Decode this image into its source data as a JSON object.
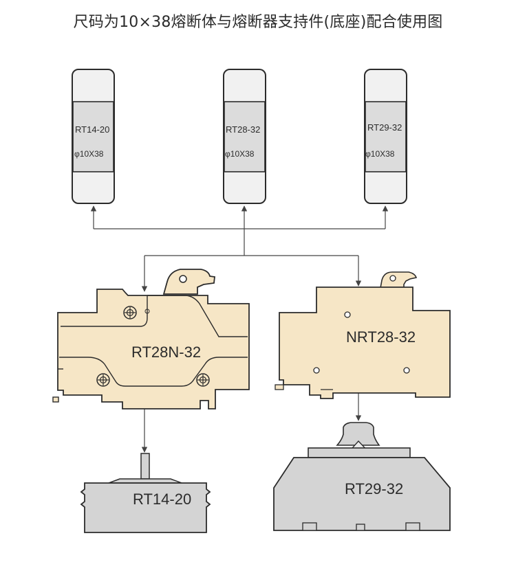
{
  "title": "尺码为10×38熔断体与熔断器支持件(底座)配合使用图",
  "fuses": [
    {
      "model": "RT14-20",
      "size": "φ10X38"
    },
    {
      "model": "RT28-32",
      "size": "φ10X38"
    },
    {
      "model": "RT29-32",
      "size": "φ10X38"
    }
  ],
  "holders": [
    {
      "label": "RT28N-32"
    },
    {
      "label": "NRT28-32"
    }
  ],
  "bases": [
    {
      "label": "RT14-20"
    },
    {
      "label": "RT29-32"
    }
  ],
  "colors": {
    "fuse_cap": "#f1f1f1",
    "fuse_band": "#dcdcdc",
    "holder_fill": "#f6e6c6",
    "base_fill": "#d4d4d4",
    "outline": "#2b2b2b",
    "arrow": "#444444"
  }
}
